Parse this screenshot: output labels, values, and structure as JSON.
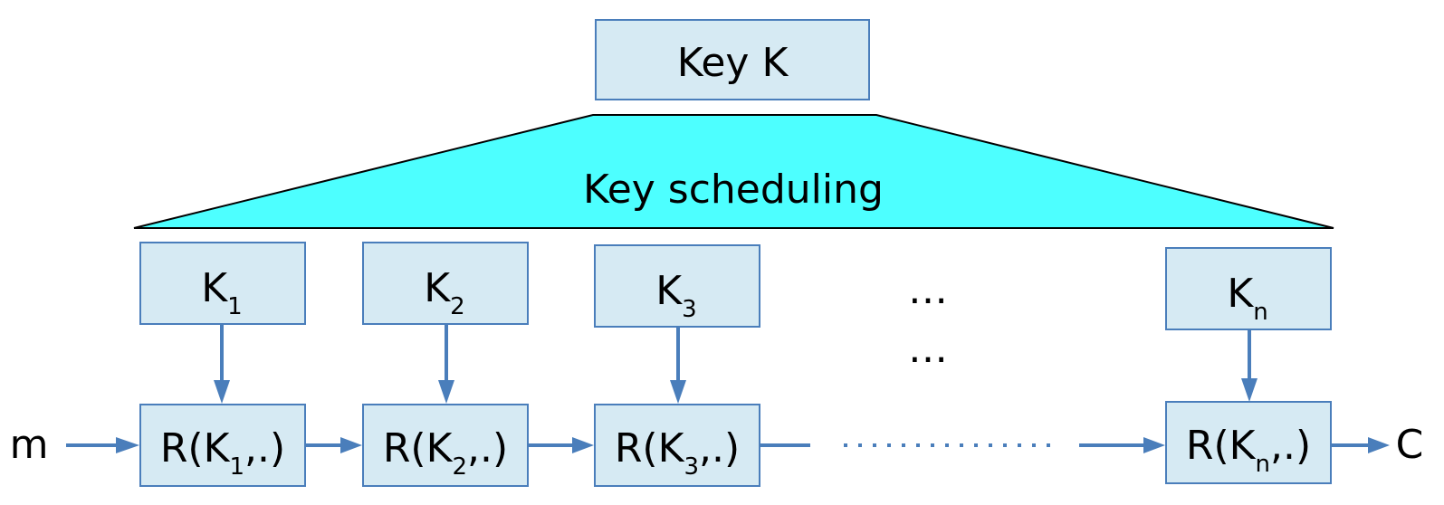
{
  "key_box": {
    "label": "Key K"
  },
  "key_schedule": {
    "label": "Key scheduling",
    "fill": "#4dffff"
  },
  "round_keys": [
    {
      "base": "K",
      "sub": "1"
    },
    {
      "base": "K",
      "sub": "2"
    },
    {
      "base": "K",
      "sub": "3"
    },
    {
      "base": "K",
      "sub": "n"
    }
  ],
  "rounds": [
    {
      "prefix": "R(K",
      "sub": "1",
      "suffix": ",.)"
    },
    {
      "prefix": "R(K",
      "sub": "2",
      "suffix": ",.)"
    },
    {
      "prefix": "R(K",
      "sub": "3",
      "suffix": ",.)"
    },
    {
      "prefix": "R(K",
      "sub": "n",
      "suffix": ",.)"
    }
  ],
  "ellipsis": "…",
  "input_label": "m",
  "output_label": "C",
  "colors": {
    "box_fill": "#d6eaf3",
    "box_stroke": "#4a7ebb",
    "arrow": "#4a7ebb"
  }
}
